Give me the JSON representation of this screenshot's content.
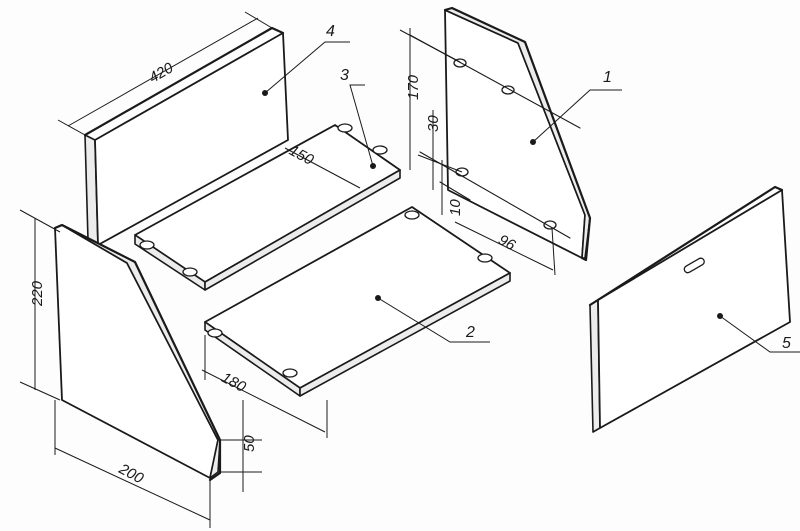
{
  "parts": {
    "p1": "1",
    "p2": "2",
    "p3": "3",
    "p4": "4",
    "p5": "5"
  },
  "dimensions": {
    "d420": "420",
    "d150": "150",
    "d170": "170",
    "d30": "30",
    "d10": "10",
    "d96": "96",
    "d220": "220",
    "d180": "180",
    "d50": "50",
    "d200": "200"
  }
}
